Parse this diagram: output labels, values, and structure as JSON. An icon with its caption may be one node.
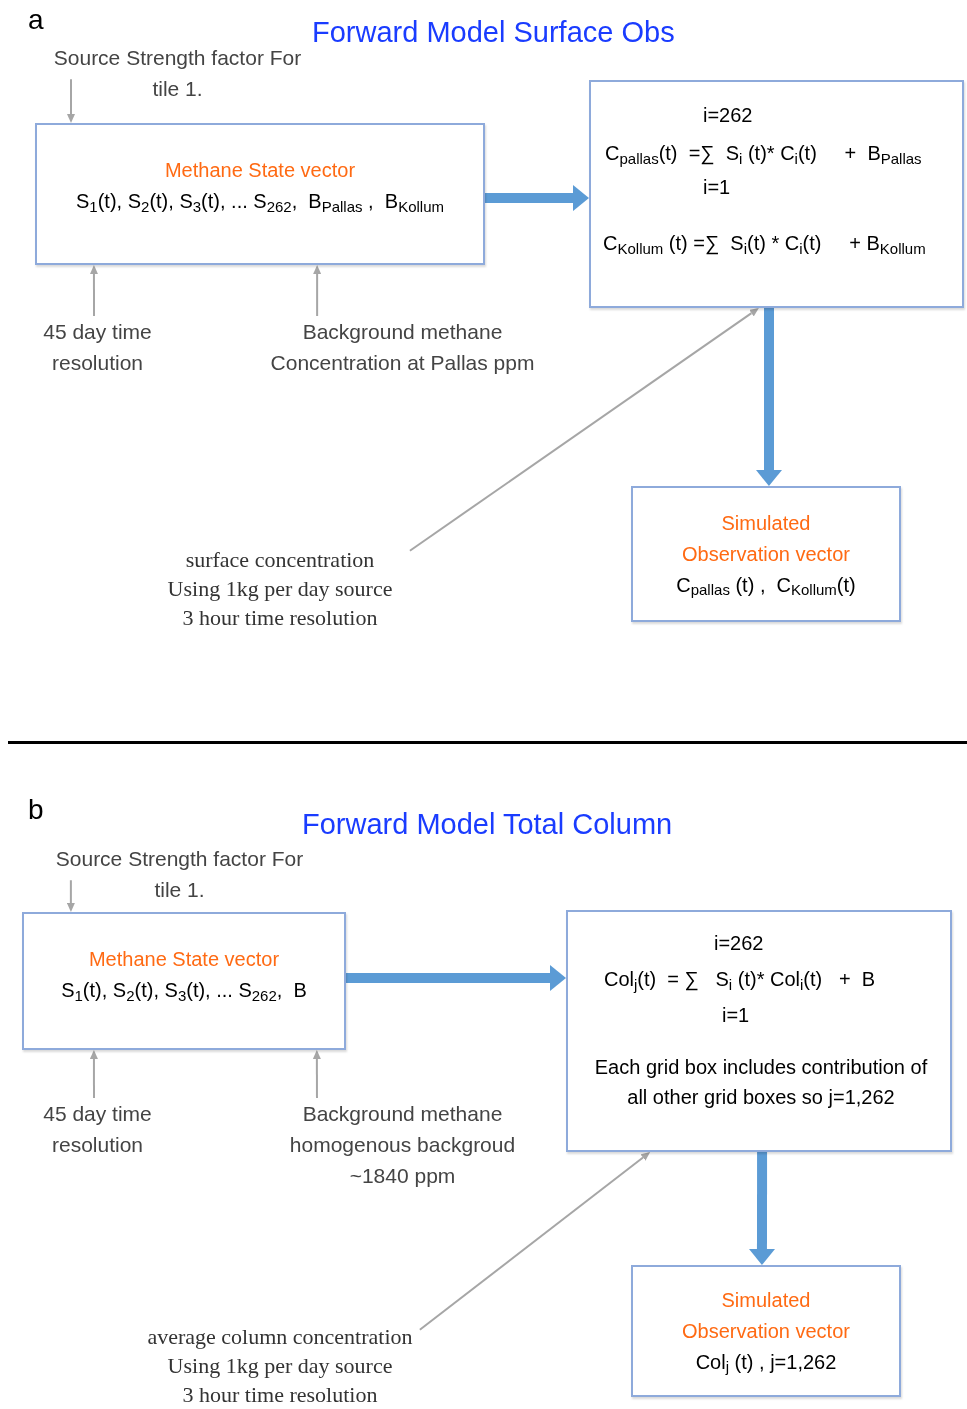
{
  "diagram": {
    "nodes": [
      {
        "text": [
          "Source Strength factor For tile 1."
        ]
      },
      {
        "text": [
          "Methane State vector",
          "S$_{1}$(t), S$_{2}$(t), S$_{3}$(t), ... S$_{262}$,  B$_{Pallas}$ ,  B$_{Kollum}$"
        ]
      },
      {
        "text": [
          "45 day time resolution"
        ]
      },
      {
        "text": [
          "Background methane Concentration at Pallas ppm"
        ]
      },
      {
        "text": [
          "i=262",
          "C$_{pallas}$(t)  =∑  S$_{i}$ (t)* C$_{i}$(t)     +  B$_{Pallas}$",
          "i=1",
          "C$_{Kollum}$ (t) =∑  S$_{i}$(t) * C$_{i}$(t)     + B$_{Kollum}$"
        ]
      },
      {
        "text": [
          "Simulated Observation vector",
          "C$_{pallas}$ (t) ,  C$_{Kollum}$(t)"
        ]
      },
      {
        "text": [
          "surface concentration",
          "Using 1kg per day source",
          "3 hour time resolution"
        ]
      },
      {
        "text": [
          "Source Strength factor For tile 1."
        ]
      },
      {
        "text": [
          "Methane State vector",
          "S$_{1}$(t), S$_{2}$(t), S$_{3}$(t), ... S$_{262}$,  B"
        ]
      },
      {
        "text": [
          "45 day time resolution"
        ]
      },
      {
        "text": [
          "Background methane homogenous backgroud ~1840 ppm"
        ]
      },
      {
        "text": [
          "i=262",
          "Col$_{j}$(t)  = ∑   S$_{i}$ (t)* Col$_{i}$(t)   +  B",
          "i=1",
          "Each grid box includes contribution of all other grid boxes so j=1,262"
        ]
      },
      {
        "text": [
          "Simulated Observation vector",
          "Col$_{j}$ (t) , j=1,262"
        ]
      },
      {
        "text": [
          "average column concentration",
          "Using 1kg per day source",
          "3 hour time resolution"
        ]
      }
    ],
    "edges": [
      {
        "from": 0,
        "to": 1,
        "arrow": "to"
      },
      {
        "from": 2,
        "to": 1,
        "arrow": "to"
      },
      {
        "from": 3,
        "to": 1,
        "arrow": "to"
      },
      {
        "from": 1,
        "to": 4,
        "arrow": "to",
        "style": "thick",
        "color": "#5b9bd5"
      },
      {
        "from": 4,
        "to": 5,
        "arrow": "to",
        "style": "thick",
        "color": "#5b9bd5"
      },
      {
        "from": 6,
        "to": 4,
        "arrow": "to"
      },
      {
        "from": 7,
        "to": 8,
        "arrow": "to"
      },
      {
        "from": 9,
        "to": 8,
        "arrow": "to"
      },
      {
        "from": 10,
        "to": 8,
        "arrow": "to"
      },
      {
        "from": 8,
        "to": 11,
        "arrow": "to",
        "style": "thick",
        "color": "#5b9bd5"
      },
      {
        "from": 11,
        "to": 12,
        "arrow": "to",
        "style": "thick",
        "color": "#5b9bd5"
      },
      {
        "from": 13,
        "to": 11,
        "arrow": "to"
      }
    ],
    "labels": [
      "a",
      "Forward Model Surface Obs",
      "b",
      "Forward Model Total Column"
    ]
  }
}
